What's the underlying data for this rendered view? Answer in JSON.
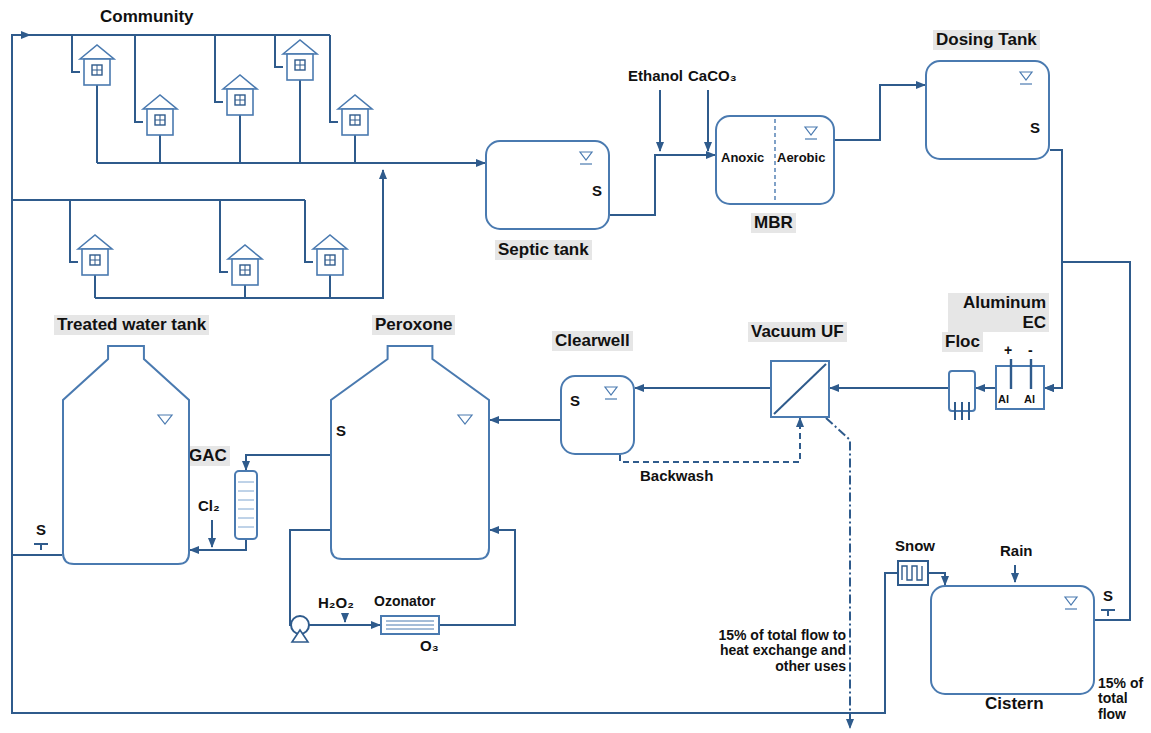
{
  "diagram": {
    "nodes": [
      {
        "text": [
          "Community"
        ]
      },
      {
        "text": [
          "Septic tank"
        ]
      },
      {
        "text": [
          "MBR",
          "Anoxic",
          "Aerobic"
        ]
      },
      {
        "text": [
          "Dosing Tank"
        ]
      },
      {
        "text": [
          "Aluminum EC",
          "Al",
          "Al",
          "+",
          "-"
        ]
      },
      {
        "text": [
          "Floc"
        ]
      },
      {
        "text": [
          "Vacuum UF"
        ]
      },
      {
        "text": [
          "Clearwell"
        ]
      },
      {
        "text": [
          "Peroxone"
        ]
      },
      {
        "text": [
          "Ozonator"
        ]
      },
      {
        "text": [
          "GAC"
        ]
      },
      {
        "text": [
          "Treated water tank"
        ]
      },
      {
        "text": [
          "Cistern"
        ]
      }
    ],
    "edges": [
      {
        "from": 0,
        "to": 1,
        "arrow": "to"
      },
      {
        "from": 1,
        "to": 2,
        "arrow": "to"
      },
      {
        "from": 2,
        "to": 3,
        "arrow": "to"
      },
      {
        "from": 3,
        "to": 4,
        "arrow": "to"
      },
      {
        "from": 12,
        "to": 4,
        "arrow": "to"
      },
      {
        "from": 4,
        "to": 5,
        "arrow": "to"
      },
      {
        "from": 5,
        "to": 6,
        "arrow": "to"
      },
      {
        "from": 6,
        "to": 7,
        "arrow": "to"
      },
      {
        "from": 7,
        "to": 6,
        "label": "Backwash",
        "arrow": "to"
      },
      {
        "from": 7,
        "to": 8,
        "arrow": "to"
      },
      {
        "from": 8,
        "to": 9,
        "arrow": "to"
      },
      {
        "from": 9,
        "to": 8,
        "arrow": "to"
      },
      {
        "from": 8,
        "to": 10,
        "arrow": "to"
      },
      {
        "from": 10,
        "to": 11,
        "arrow": "to"
      },
      {
        "from": 11,
        "to": 0,
        "arrow": "to"
      },
      {
        "from": 11,
        "to": 12,
        "arrow": "to"
      }
    ],
    "labels": [
      "Ethanol",
      "CaCO₃",
      "S",
      "S",
      "S",
      "S",
      "S",
      "S",
      "H₂O₂",
      "O₃",
      "Cl₂",
      "Snow",
      "Rain",
      "15% of total flow to heat exchange and other uses",
      "15% of total flow"
    ]
  }
}
